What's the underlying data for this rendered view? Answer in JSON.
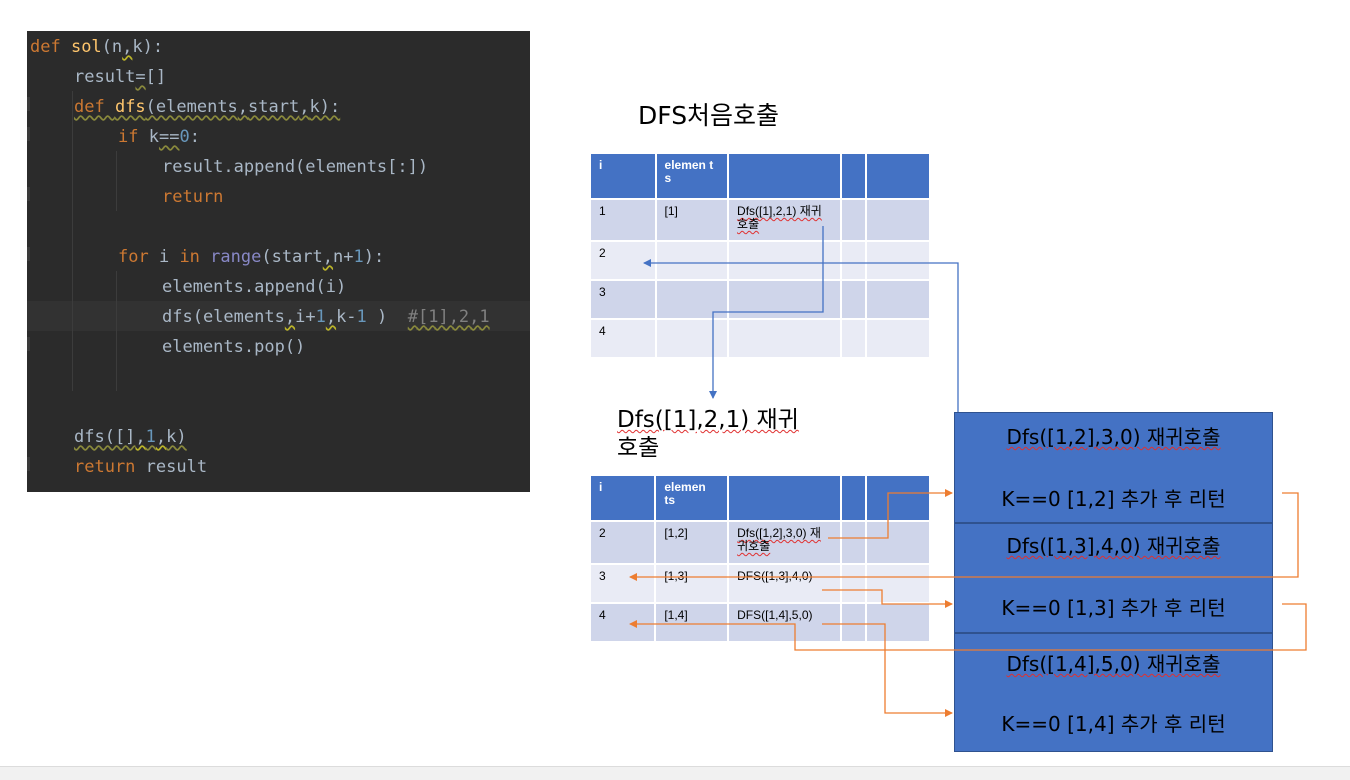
{
  "code": {
    "lines": [
      {
        "indent": 0,
        "parts": [
          [
            "kw",
            "def "
          ],
          [
            "fn",
            "sol"
          ],
          [
            "",
            "(n"
          ],
          [
            "sqw",
            ","
          ],
          [
            "",
            "k):"
          ]
        ]
      },
      {
        "indent": 1,
        "parts": [
          [
            "",
            "result"
          ],
          [
            "sq",
            "="
          ],
          [
            "",
            "[]"
          ]
        ]
      },
      {
        "indent": 1,
        "parts": [
          [
            "kw sq",
            "def "
          ],
          [
            "fn sq",
            "dfs"
          ],
          [
            "sq",
            "(elements"
          ],
          [
            "sq",
            ","
          ],
          [
            "sq",
            "start"
          ],
          [
            "sq",
            ","
          ],
          [
            "sq",
            "k):"
          ]
        ]
      },
      {
        "indent": 2,
        "parts": [
          [
            "kw",
            "if "
          ],
          [
            "",
            "k"
          ],
          [
            "sq",
            "=="
          ],
          [
            "num",
            "0"
          ],
          [
            "",
            ":"
          ]
        ]
      },
      {
        "indent": 3,
        "parts": [
          [
            "",
            "result.append(elements[:])"
          ]
        ]
      },
      {
        "indent": 3,
        "parts": [
          [
            "kw",
            "return"
          ]
        ]
      },
      {
        "indent": 0,
        "parts": []
      },
      {
        "indent": 2,
        "parts": [
          [
            "kw",
            "for "
          ],
          [
            "",
            "i "
          ],
          [
            "kw",
            "in "
          ],
          [
            "builtin",
            "range"
          ],
          [
            "",
            "(start"
          ],
          [
            "sqw",
            ","
          ],
          [
            "",
            "n+"
          ],
          [
            "num",
            "1"
          ],
          [
            "",
            "):"
          ]
        ]
      },
      {
        "indent": 3,
        "parts": [
          [
            "",
            "elements.append(i)"
          ]
        ]
      },
      {
        "indent": 3,
        "parts": [
          [
            "",
            "dfs(elements"
          ],
          [
            "sqw",
            ","
          ],
          [
            "",
            "i+"
          ],
          [
            "num",
            "1"
          ],
          [
            "sqw",
            ","
          ],
          [
            "",
            "k-"
          ],
          [
            "num",
            "1"
          ],
          [
            "",
            " )  "
          ],
          [
            "cmt sq",
            "#[1],2,1"
          ]
        ]
      },
      {
        "indent": 3,
        "parts": [
          [
            "",
            "elements.pop()"
          ]
        ]
      },
      {
        "indent": 0,
        "parts": []
      },
      {
        "indent": 0,
        "parts": []
      },
      {
        "indent": 1,
        "parts": [
          [
            "sq",
            "dfs([]"
          ],
          [
            "sqw",
            ","
          ],
          [
            "num sq",
            "1"
          ],
          [
            "sqw",
            ","
          ],
          [
            "sq",
            "k)"
          ]
        ]
      },
      {
        "indent": 1,
        "parts": [
          [
            "kw",
            "return "
          ],
          [
            "",
            "result"
          ]
        ]
      }
    ]
  },
  "diagram": {
    "colors": {
      "blue_box": "#4472c4",
      "blue_arrow": "#4472c4",
      "orange_arrow": "#ed7d31",
      "header": "#4472c4",
      "row_dark": "#cfd5ea",
      "row_light": "#e9ebf5"
    },
    "heading1": "DFS처음호출",
    "heading2_line1": "Dfs([1],2,1) 재귀",
    "heading2_line2": "호출",
    "table1": {
      "headers": [
        "i",
        "elemen ts",
        "",
        "",
        ""
      ],
      "rows": [
        [
          "1",
          "[1]",
          "Dfs([1],2,1) 재귀호출",
          "",
          ""
        ],
        [
          "2",
          "",
          "",
          "",
          ""
        ],
        [
          "3",
          "",
          "",
          "",
          ""
        ],
        [
          "4",
          "",
          "",
          "",
          ""
        ]
      ]
    },
    "table2": {
      "headers": [
        "i",
        "elemen ts",
        "",
        "",
        ""
      ],
      "rows": [
        [
          "2",
          "[1,2]",
          "Dfs([1,2],3,0) 재귀호출",
          "",
          ""
        ],
        [
          "3",
          "[1,3]",
          "DFS([1,3],4,0)",
          "",
          ""
        ],
        [
          "4",
          "[1,4]",
          "DFS([1,4],5,0)",
          "",
          ""
        ]
      ]
    },
    "boxes": [
      {
        "call": "Dfs([1,2],3,0) 재귀호출",
        "result": "K==0 [1,2] 추가 후 리턴"
      },
      {
        "call": "Dfs([1,3],4,0) 재귀호출",
        "result": "K==0 [1,3] 추가 후 리턴"
      },
      {
        "call": "Dfs([1,4],5,0) 재귀호출",
        "result": "K==0 [1,4] 추가 후 리턴"
      }
    ]
  }
}
